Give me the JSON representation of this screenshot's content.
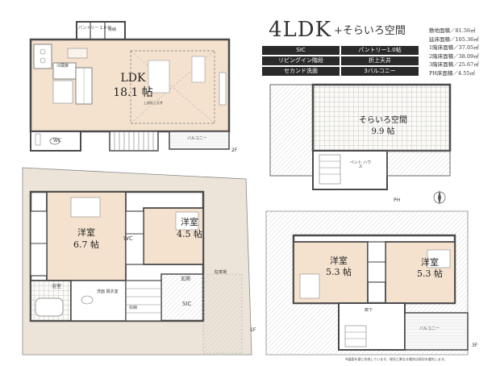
{
  "title": {
    "main": "4LDK",
    "sub": "+そらいろ空間"
  },
  "features": [
    "SIC",
    "パントリー1.0帖",
    "リビングイン階段",
    "折上天井",
    "セカンド洗面",
    "3バルコニー"
  ],
  "areas": [
    "敷地面積／81.56㎡",
    "延床面積／105.36㎡",
    "1階床面積／37.05㎡",
    "2階床面積／38.09㎡",
    "3階床面積／25.67㎡",
    "PH床面積／4.55㎡"
  ],
  "floor2": {
    "ldk_name": "LDK",
    "ldk_size": "18.1 帖",
    "pantry": "パントリー 1.0 帖",
    "storage": "収納",
    "fridge": "冷蔵庫",
    "wc": "WC",
    "balcony": "バルコニー",
    "floor_label": "2F",
    "note": "上部折上天井"
  },
  "floor1": {
    "room1_name": "洋室",
    "room1_size": "6.7 帖",
    "room2_name": "洋室",
    "room2_size": "4.5 帖",
    "wc": "WC",
    "bath": "浴室",
    "washroom": "洗面 脱衣室",
    "entrance": "玄関",
    "sic": "SIC",
    "storage": "収納",
    "parking": "駐車場",
    "floor_label": "1F"
  },
  "floor_ph": {
    "room_name": "そらいろ空間",
    "room_size": "9.9 帖",
    "penthouse": "ペント ハウス",
    "floor_label": "PH"
  },
  "floor3": {
    "room1_name": "洋室",
    "room1_size": "5.3 帖",
    "room2_name": "洋室",
    "room2_size": "5.3 帖",
    "hall": "廊下",
    "balcony": "バルコニー",
    "floor_label": "3F"
  },
  "footnote": "※図面を基に作成しています。現況と異なる場合は現況を優先します。",
  "colors": {
    "wood": "#f4e2cf",
    "site": "#ece4d8",
    "wall": "#4a4a4a",
    "feature_bg": "#2a2a2a"
  }
}
